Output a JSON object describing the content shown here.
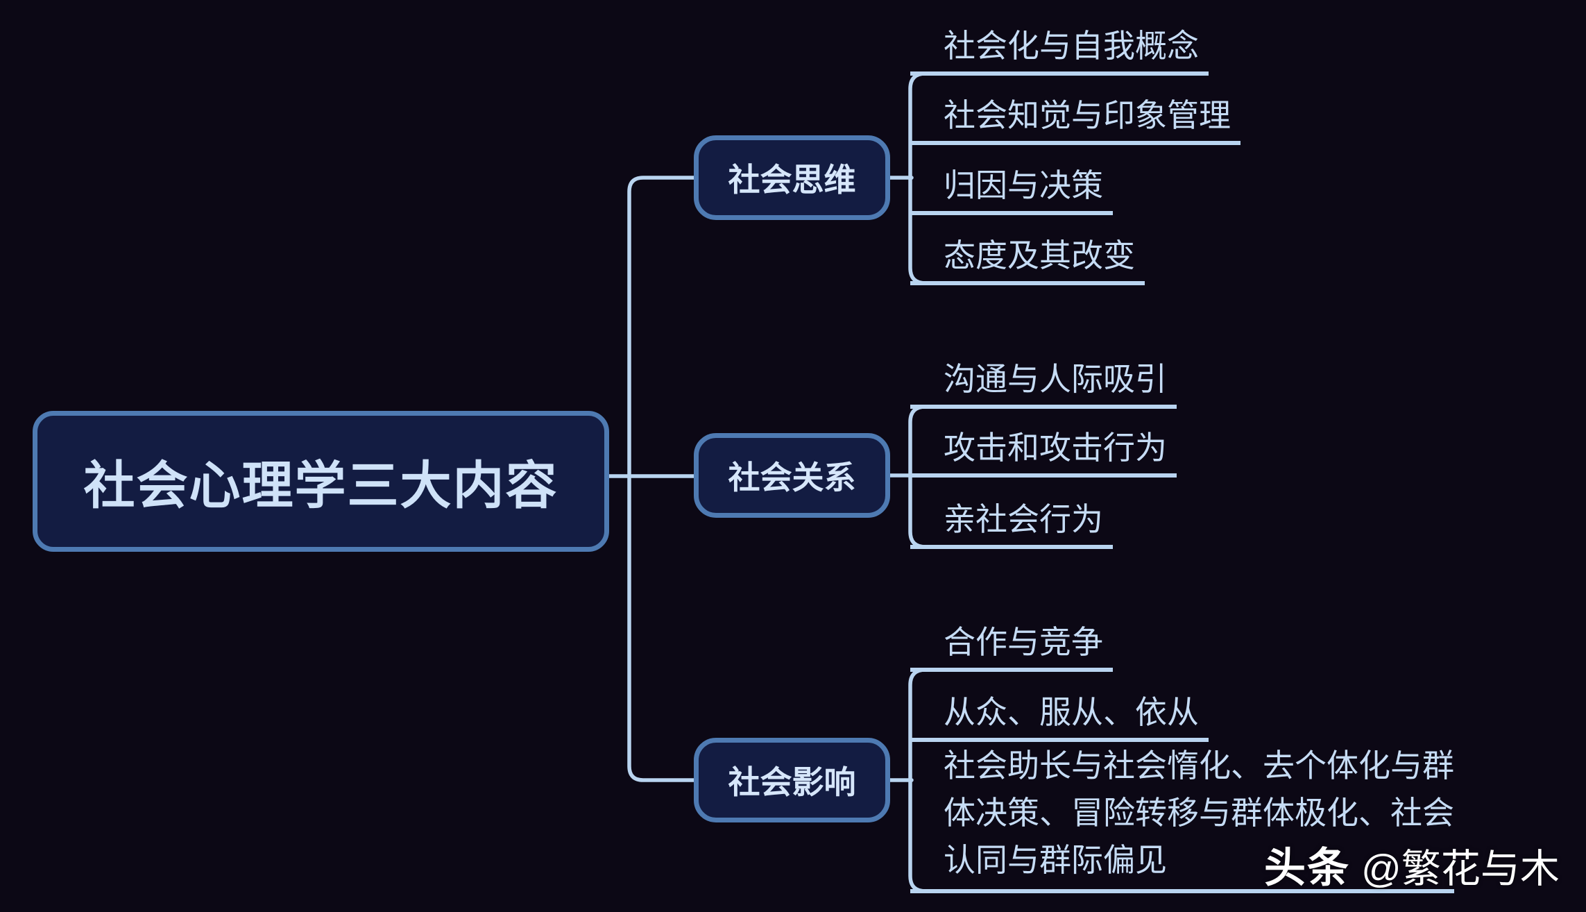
{
  "root": {
    "label": "社会心理学三大内容"
  },
  "branches": [
    {
      "label": "社会思维",
      "children": [
        "社会化与自我概念",
        "社会知觉与印象管理",
        "归因与决策",
        "态度及其改变"
      ]
    },
    {
      "label": "社会关系",
      "children": [
        "沟通与人际吸引",
        "攻击和攻击行为",
        "亲社会行为"
      ]
    },
    {
      "label": "社会影响",
      "children": [
        "合作与竞争",
        "从众、服从、依从",
        "社会助长与社会惰化、去个体化与群体决策、冒险转移与群体极化、社会认同与群际偏见"
      ]
    }
  ],
  "watermark": {
    "brand": "头条",
    "handle": "@繁花与木"
  },
  "colors": {
    "background": "#0c0815",
    "node_border": "#4e7ab2",
    "node_fill": "#131c42",
    "node_text": "#d6e6fa",
    "leaf_text": "#c6dcf5",
    "connector": "#b9d4f0",
    "watermark_text": "#ffffff"
  }
}
